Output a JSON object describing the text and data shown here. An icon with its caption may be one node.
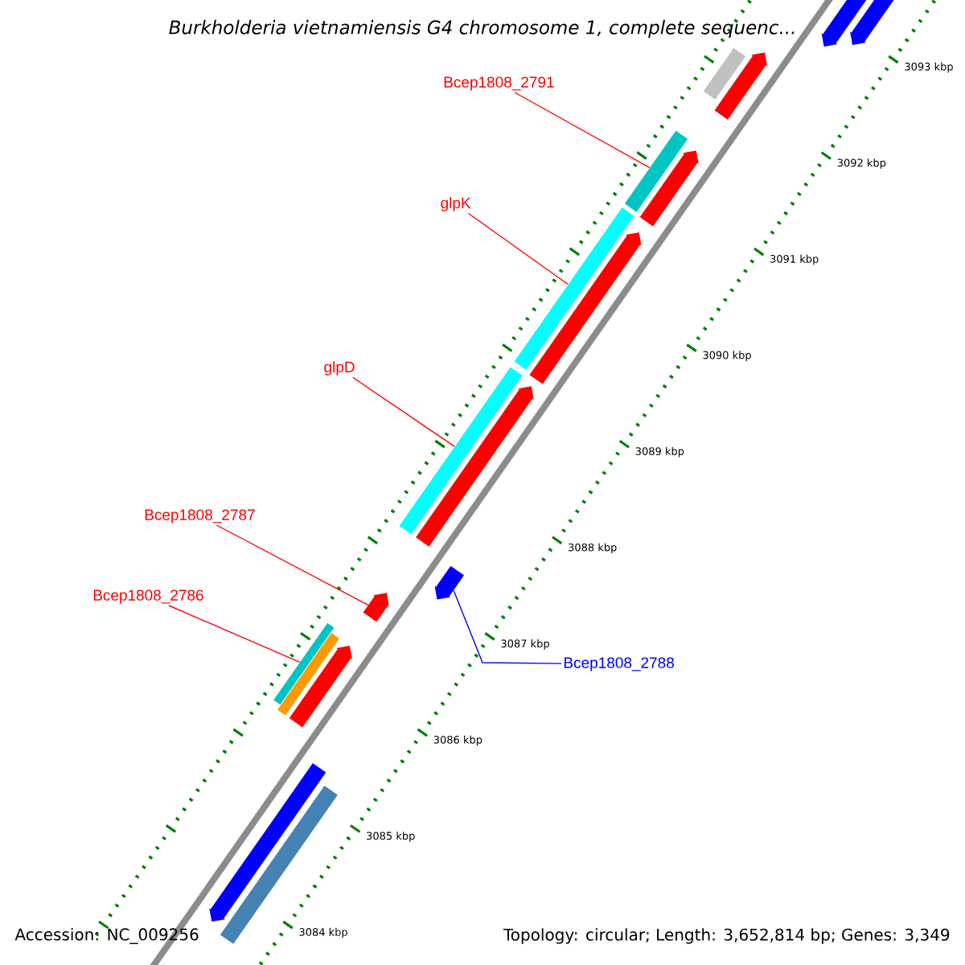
{
  "diagram": {
    "title": "Burkholderia vietnamiensis G4 chromosome 1, complete sequenc...",
    "nodes": [
      {
        "text": [
          "Bcep1808_2791"
        ]
      },
      {
        "text": [],
        "shape": "bar"
      },
      {
        "text": [
          "glpK"
        ]
      },
      {
        "text": [],
        "shape": "bar"
      },
      {
        "text": [
          "glpD"
        ]
      },
      {
        "text": [],
        "shape": "bar"
      },
      {
        "text": [
          "Bcep1808_2787"
        ]
      },
      {
        "text": [],
        "shape": "bar"
      },
      {
        "text": [
          "Bcep1808_2786"
        ]
      },
      {
        "text": [],
        "shape": "bar"
      },
      {
        "text": [
          "Bcep1808_2788"
        ]
      },
      {
        "text": [],
        "shape": "bar"
      }
    ],
    "edges": [
      {
        "from": 0,
        "to": 1,
        "arrow": "none"
      },
      {
        "from": 2,
        "to": 3,
        "arrow": "none"
      },
      {
        "from": 4,
        "to": 5,
        "arrow": "none"
      },
      {
        "from": 6,
        "to": 7,
        "arrow": "none"
      },
      {
        "from": 8,
        "to": 9,
        "arrow": "none"
      },
      {
        "from": 10,
        "to": 11,
        "arrow": "none",
        "color": "#0000ff"
      }
    ],
    "labels": [
      "3093 kbp",
      "3092 kbp",
      "3091 kbp",
      "3090 kbp",
      "3089 kbp",
      "3088 kbp",
      "3087 kbp",
      "3086 kbp",
      "3085 kbp",
      "3084 kbp",
      "Accession: NC_009256",
      "Topology: circular; Length: 3,652,814 bp; Genes: 3,349"
    ]
  }
}
